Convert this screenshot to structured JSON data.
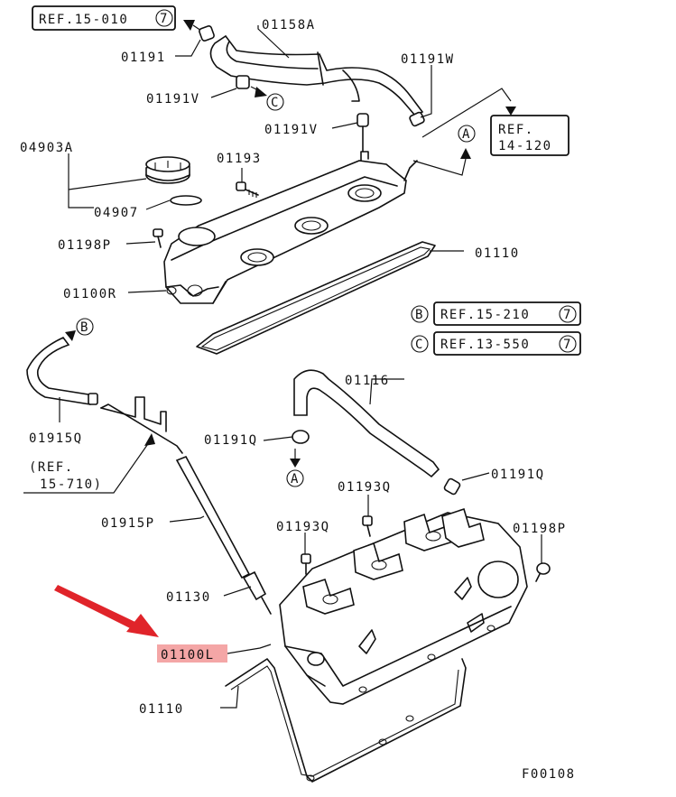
{
  "figure_code": "F00108",
  "highlight_color": "#f4a6a6",
  "pointer_color": "#e0242a",
  "part_labels": {
    "p01158A": "01158A",
    "p01191": "01191",
    "p01191V_top": "01191V",
    "p01191V_mid": "01191V",
    "p01191W": "01191W",
    "p04903A": "04903A",
    "p01193": "01193",
    "p04907": "04907",
    "p01198P_top": "01198P",
    "p01110_top": "01110",
    "p01100R": "01100R",
    "p01116": "01116",
    "p01191Q_top": "01191Q",
    "p01915Q": "01915Q",
    "p01191Q_right": "01191Q",
    "p01193Q_top": "01193Q",
    "p01915P": "01915P",
    "p01193Q_mid": "01193Q",
    "p01198P_right": "01198P",
    "p01130": "01130",
    "p01100L": "01100L",
    "p01110_bottom": "01110"
  },
  "refs": {
    "ref_15_010": {
      "text": "REF.15-010",
      "circle": "7"
    },
    "ref_14_120": {
      "line1": "REF.",
      "line2": "14-120"
    },
    "ref_B": {
      "letter": "B",
      "text": "REF.15-210",
      "circle": "7"
    },
    "ref_C": {
      "letter": "C",
      "text": "REF.13-550",
      "circle": "7"
    },
    "ref_15_710": {
      "line1": "(REF.",
      "line2": "15-710)"
    }
  },
  "markers": {
    "C": "C",
    "A_top": "A",
    "B": "B",
    "A_bottom": "A"
  }
}
